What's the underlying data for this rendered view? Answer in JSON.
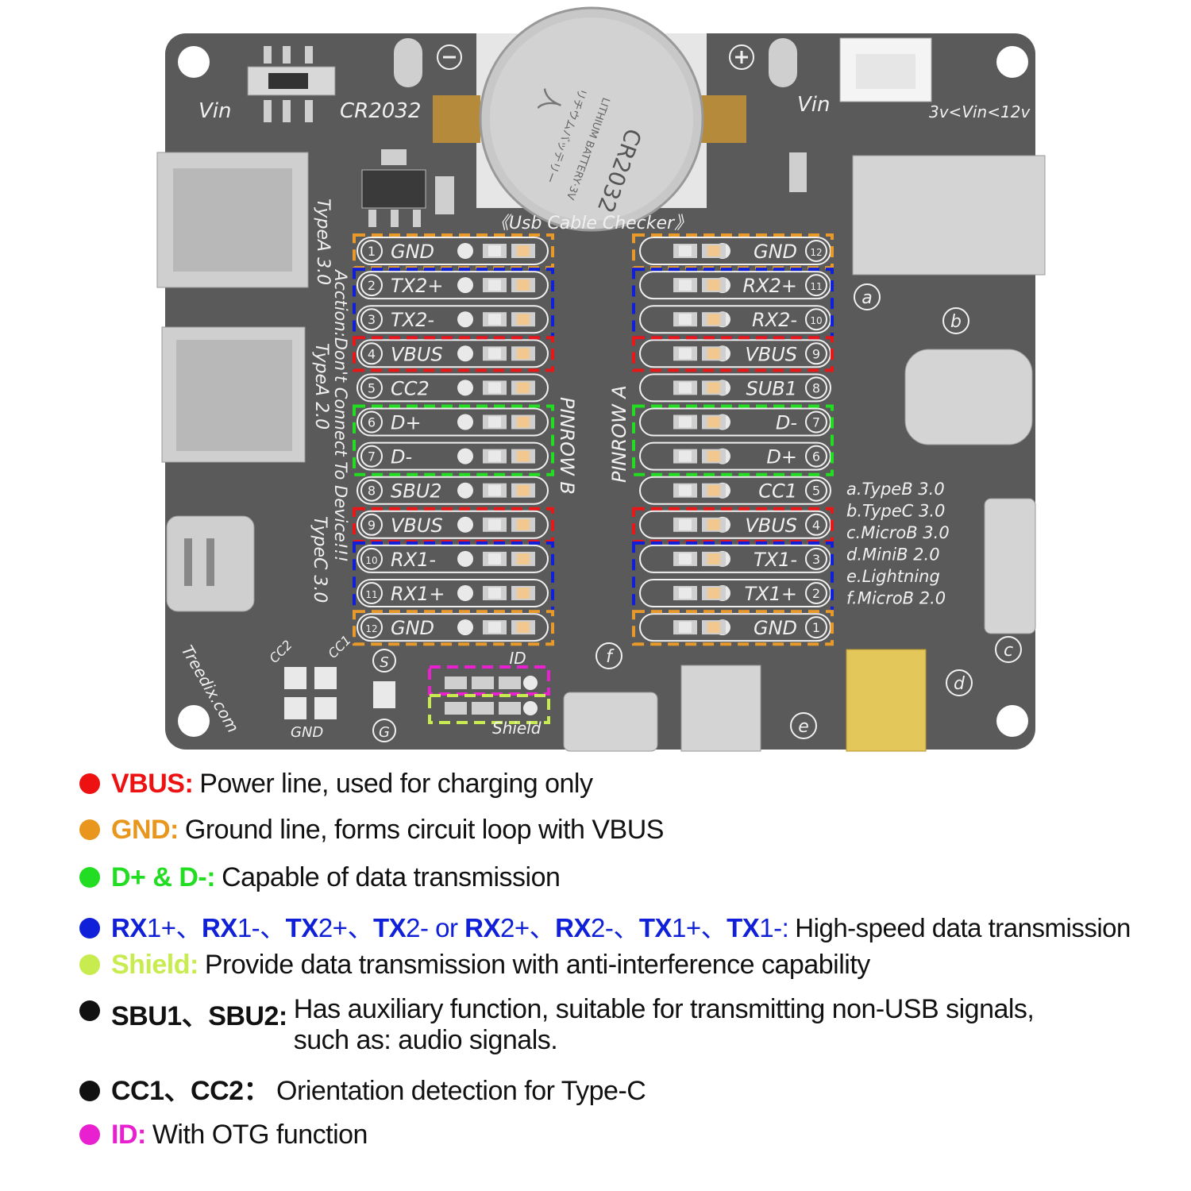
{
  "board": {
    "top_labels": {
      "vin_left": "Vin",
      "cr2032": "CR2032",
      "vin_right": "Vin",
      "vin_range": "3v<Vin<12v",
      "minus": "⊖",
      "plus": "⊕",
      "coin_text": "CR2032",
      "coin_sub": "LITHIUM BATTERY·3V",
      "coin_jp": "リチウムバッテリー",
      "coin_logo": "人",
      "checker_title": "《Usb Cable Checker》"
    },
    "side_labels": {
      "typea30": "TypeA 3.0",
      "typea20": "TypeA 2.0",
      "typec30": "TypeC 3.0",
      "warning": "Acction:Don't Connect To Device!!!",
      "brand": "Treedix.com",
      "pinrow_b": "PINROW B",
      "pinrow_a": "PINROW A"
    },
    "left_pins": [
      {
        "num": "1",
        "name": "GND"
      },
      {
        "num": "2",
        "name": "TX2+"
      },
      {
        "num": "3",
        "name": "TX2-"
      },
      {
        "num": "4",
        "name": "VBUS"
      },
      {
        "num": "5",
        "name": "CC2"
      },
      {
        "num": "6",
        "name": "D+"
      },
      {
        "num": "7",
        "name": "D-"
      },
      {
        "num": "8",
        "name": "SBU2"
      },
      {
        "num": "9",
        "name": "VBUS"
      },
      {
        "num": "10",
        "name": "RX1-"
      },
      {
        "num": "11",
        "name": "RX1+"
      },
      {
        "num": "12",
        "name": "GND"
      }
    ],
    "right_pins": [
      {
        "num": "12",
        "name": "GND"
      },
      {
        "num": "11",
        "name": "RX2+"
      },
      {
        "num": "10",
        "name": "RX2-"
      },
      {
        "num": "9",
        "name": "VBUS"
      },
      {
        "num": "8",
        "name": "SUB1"
      },
      {
        "num": "7",
        "name": "D-"
      },
      {
        "num": "6",
        "name": "D+"
      },
      {
        "num": "5",
        "name": "CC1"
      },
      {
        "num": "4",
        "name": "VBUS"
      },
      {
        "num": "3",
        "name": "TX1-"
      },
      {
        "num": "2",
        "name": "TX1+"
      },
      {
        "num": "1",
        "name": "GND"
      }
    ],
    "port_list": [
      "a.TypeB 3.0",
      "b.TypeC 3.0",
      "c.MicroB 3.0",
      "d.MiniB 2.0",
      "e.Lightning",
      "f.MicroB 2.0"
    ],
    "port_letters": [
      "a",
      "b",
      "c",
      "d",
      "e",
      "f"
    ],
    "bottom_labels": {
      "cc2": "CC2",
      "cc1": "CC1",
      "gnd": "GND",
      "s": "S",
      "g": "G",
      "id": "ID",
      "shield": "Shield"
    },
    "colors": {
      "board": "#5a5a5a",
      "silk": "#f0f0f0",
      "gnd": "#e79a2a",
      "tx_rx": "#1020d8",
      "vbus": "#e81818",
      "data": "#22dd22",
      "id": "#e820d0",
      "shield": "#c8ec50"
    }
  },
  "legend": [
    {
      "key": "VBUS:",
      "desc": "Power line, used for charging only",
      "color": "#ee1111"
    },
    {
      "key": "GND:",
      "desc": "Ground line, forms circuit loop with VBUS",
      "color": "#e8961e"
    },
    {
      "key": "D+ & D-:",
      "desc": "Capable of data transmission",
      "color": "#22dd22"
    },
    {
      "key": "",
      "desc": "High-speed data transmission",
      "color": "#1020d8",
      "hs_parts": [
        "RX",
        "1+",
        "、",
        "RX",
        "1-",
        "、",
        "TX",
        "2+",
        "、",
        "TX",
        "2-",
        " or ",
        "RX",
        "2+",
        "、",
        "RX",
        "2-",
        "、",
        "TX",
        "1+",
        "、",
        "TX",
        "1-",
        ":"
      ]
    },
    {
      "key": "Shield:",
      "desc": "Provide data transmission with anti-interference capability",
      "color": "#c8ec50"
    },
    {
      "key": "SBU1、SBU2:",
      "desc": "Has auxiliary function, suitable for transmitting non-USB signals,",
      "desc2": "such as: audio signals.",
      "color": "#111111"
    },
    {
      "key": "CC1、CC2：",
      "desc": "Orientation detection for Type-C",
      "color": "#111111"
    },
    {
      "key": "ID:",
      "desc": "With OTG function",
      "color": "#e820d0"
    }
  ]
}
